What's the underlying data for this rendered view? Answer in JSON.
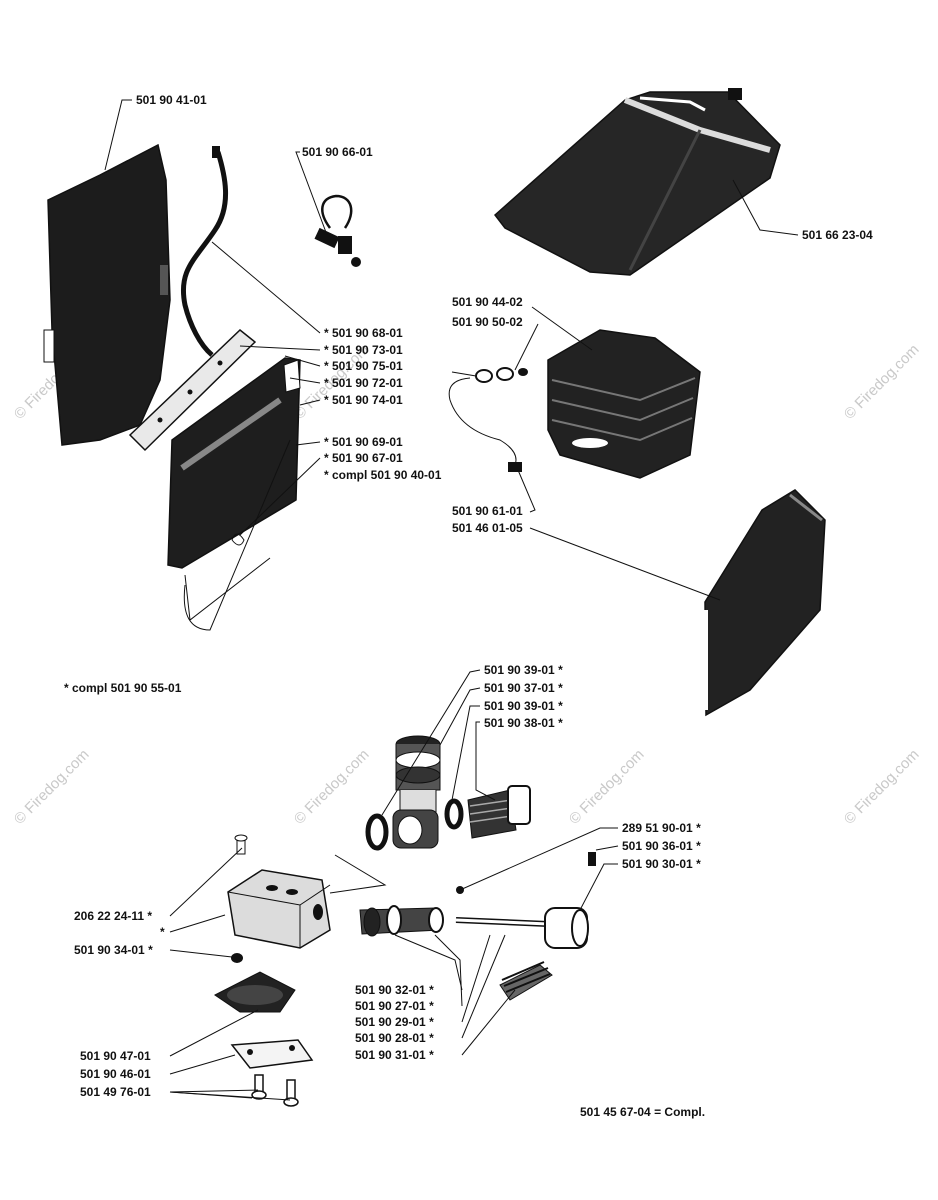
{
  "labels": {
    "p1": "501 90 41-01",
    "p2": "501 90 66-01",
    "p3": "501 66 23-04",
    "p4": "* 501 90 68-01",
    "p5": "* 501 90 73-01",
    "p6": "* 501 90 75-01",
    "p7": "* 501 90 72-01",
    "p8": "* 501 90 74-01",
    "p9": "* 501 90 69-01",
    "p10": "* 501 90 67-01",
    "p11": "* compl 501 90 40-01",
    "p12": "501 90 44-02",
    "p13": "501 90 50-02",
    "p14": "501 90 61-01",
    "p15": "501 46 01-05",
    "p16": "* compl 501 90 55-01",
    "p17": "501 90 39-01 *",
    "p18": "501 90 37-01 *",
    "p19": "501 90 39-01 *",
    "p20": "501 90 38-01 *",
    "p21": "289 51 90-01 *",
    "p22": "501 90 36-01 *",
    "p23": "501 90 30-01 *",
    "p24": "206 22 24-11 *",
    "p25": "*",
    "p26": "501 90 34-01 *",
    "p27": "501 90 32-01 *",
    "p28": "501 90 27-01 *",
    "p29": "501 90 29-01 *",
    "p30": "501 90 28-01 *",
    "p31": "501 90 31-01 *",
    "p32": "501 90 47-01",
    "p33": "501 90 46-01",
    "p34": "501 49 76-01",
    "p35": "501 45 67-04 = Compl."
  },
  "watermark": "© Firedog.com"
}
